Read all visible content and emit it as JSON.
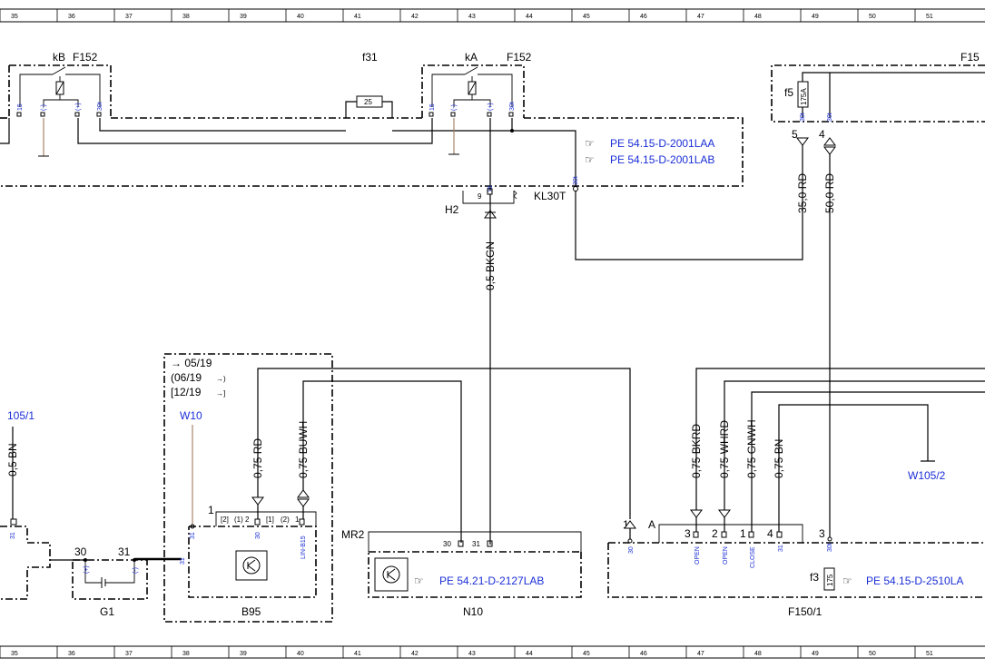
{
  "columns": [
    "35",
    "36",
    "37",
    "38",
    "39",
    "40",
    "41",
    "42",
    "43",
    "44",
    "45",
    "46",
    "47",
    "48",
    "49",
    "50",
    "51"
  ],
  "components": {
    "kb": "kB",
    "f152_left": "F152",
    "f31": "f31",
    "f31_rating": "25",
    "ka": "kA",
    "f152_right": "F152",
    "f15_partial": "F15",
    "f5": "f5",
    "f5_rating": "175A",
    "h2": "H2",
    "h2_pin": "9",
    "kl30t": "KL30T",
    "mr2": "MR2",
    "g1": "G1",
    "b95": "B95",
    "n10": "N10",
    "f150_1": "F150/1",
    "f3": "f3",
    "f3_rating": "175",
    "w10": "W10",
    "w105_1": "105/1",
    "w105_2": "W105/2",
    "g1_pos": "30",
    "g1_neg": "31",
    "f150_a": "A",
    "b95_one": "1"
  },
  "refs": {
    "ref1": "PE 54.15-D-2001LAA",
    "ref2": "PE 54.15-D-2001LAB",
    "ref3": "PE 54.21-D-2127LAB",
    "ref4": "PE 54.15-D-2510LA"
  },
  "dates": {
    "d1": "→ 05/19",
    "d2": "(06/19",
    "d2b": "→)",
    "d3": "[12/19",
    "d3b": "→]"
  },
  "wires": {
    "w_035rd": "35,0 RD",
    "w_050rd": "50,0 RD",
    "w_05bkgn": "0,5 BKGN",
    "w_05bn": "0,5 BN",
    "w_075rd": "0,75 RD",
    "w_075buwh": "0,75 BUWH",
    "w_075bkrd": "0,75 BKRD",
    "w_075whrd": "0,75 WHRD",
    "w_075gnwh": "0,75 GNWH",
    "w_075bn": "0,75 BN"
  },
  "pins": {
    "p15": "15",
    "pminus": "(-)",
    "pplus": "(+)",
    "p30t": "30t",
    "p30": "30",
    "p31": "31",
    "p1": "1",
    "p2": "2",
    "p3": "3",
    "p4": "4",
    "p5": "5",
    "lin": "LIN-B15",
    "open": "OPEN",
    "close": "CLOSE",
    "b95_2": "[2]",
    "b95_12": "(1) 2",
    "b95_1": "[1]",
    "b95_2p": "(2)",
    "b95_1b": "1"
  }
}
